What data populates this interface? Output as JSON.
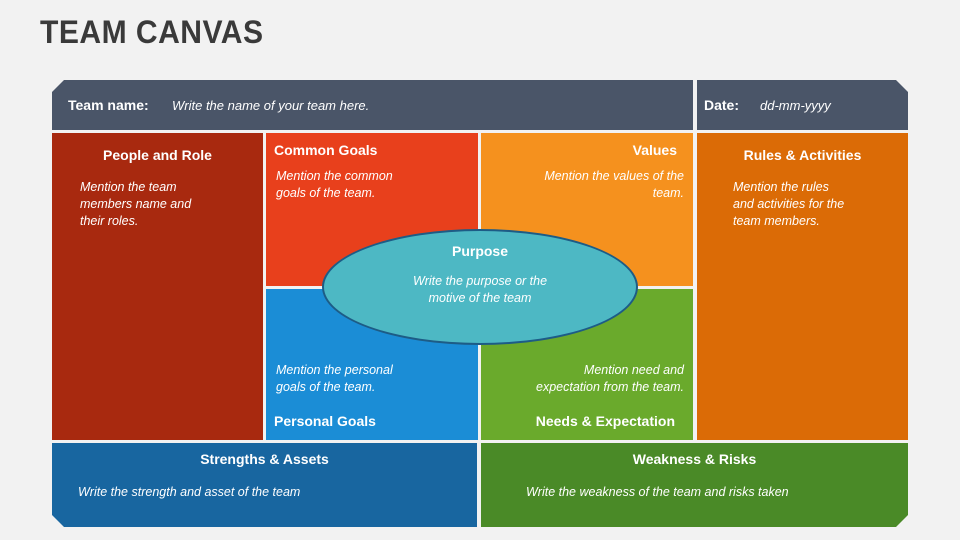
{
  "title": "TEAM CANVAS",
  "header": {
    "team_name_label": "Team name:",
    "team_name_value": "Write the name of your team here.",
    "date_label": "Date:",
    "date_value": "dd-mm-yyyy"
  },
  "sections": {
    "people": {
      "title": "People and Role",
      "text": [
        "Mention the team",
        "members name  and",
        "their roles."
      ]
    },
    "common": {
      "title": "Common Goals",
      "text": [
        "Mention the common",
        "goals of the team."
      ]
    },
    "values": {
      "title": "Values",
      "text": [
        "Mention the values of the",
        "team."
      ]
    },
    "rules": {
      "title": "Rules & Activities",
      "text": [
        "Mention the rules",
        "and activities for the",
        "team members."
      ]
    },
    "personal": {
      "title": "Personal Goals",
      "text": [
        "Mention the personal",
        "goals of the team."
      ]
    },
    "needs": {
      "title": "Needs & Expectation",
      "text": [
        "Mention need and",
        "expectation from the team."
      ]
    },
    "purpose": {
      "title": "Purpose",
      "text": [
        "Write the purpose or the",
        "motive of the team"
      ]
    },
    "strengths": {
      "title": "Strengths & Assets",
      "text": "Write the strength and asset of the team"
    },
    "weakness": {
      "title": "Weakness & Risks",
      "text": "Write the weakness of the team and risks taken"
    }
  },
  "colors": {
    "header": "#4a5568",
    "people": "#a8290f",
    "common": "#e8401c",
    "values": "#f5911e",
    "rules": "#db6b06",
    "personal": "#1b8dd6",
    "needs": "#6aaa2c",
    "purpose": "#4db8c4",
    "strengths": "#1866a0",
    "weakness": "#4a8a27"
  }
}
